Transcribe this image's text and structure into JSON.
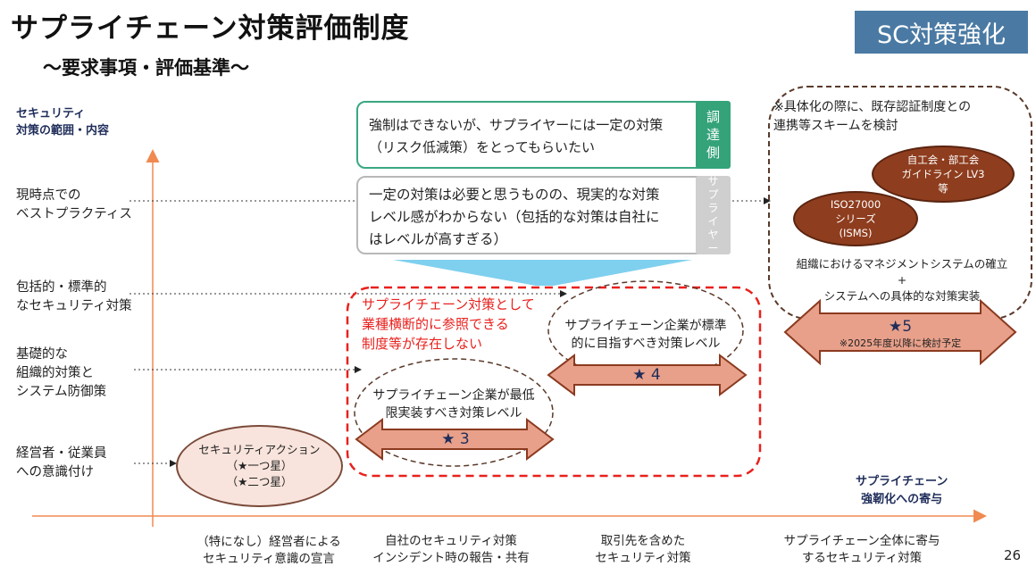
{
  "header": {
    "title": "サプライチェーン対策評価制度",
    "subtitle": "〜要求事項・評価基準〜",
    "badge": "SC対策強化"
  },
  "axes": {
    "y_label": "セキュリティ\n対策の範囲・内容",
    "x_label": "サプライチェーン\n強靭化への寄与",
    "rows": [
      "現時点での\nベストプラクティス",
      "包括的・標準的\nなセキュリティ対策",
      "基礎的な\n組織的対策と\nシステム防御策",
      "経営者・従業員\nへの意識付け"
    ],
    "columns": [
      "（特になし）経営者による\nセキュリティ意識の宣言",
      "自社のセキュリティ対策\nインシデント時の報告・共有",
      "取引先を含めた\nセキュリティ対策",
      "サプライチェーン全体に寄与\nするセキュリティ対策"
    ]
  },
  "callouts": {
    "procurement_text": "強制はできないが、サプライヤーには一定の対策\n（リスク低減策）をとってもらいたい",
    "procurement_tag": [
      "調",
      "達",
      "側"
    ],
    "supplier_text": "一定の対策は必要と思うものの、現実的な対策\nレベル感がわからない（包括的な対策は自社に\nはレベルが高すぎる）",
    "supplier_tag": [
      "サ",
      "プ",
      "ラ",
      "イ",
      "ヤ",
      "ー"
    ]
  },
  "red_area_text": "サプライチェーン対策として\n業種横断的に参照できる\n制度等が存在しない",
  "levels": {
    "star1_2": "セキュリティアクション\n（★一つ星）\n（★二つ星）",
    "star3_desc": "サプライチェーン企業が最低\n限実装すべき対策レベル",
    "star3_label": "★ 3",
    "star4_desc": "サプライチェーン企業が標準\n的に目指すべき対策レベル",
    "star4_label": "★ 4",
    "star5_label": "★5",
    "star5_note": "※2025年度以降に検討予定"
  },
  "future": {
    "note": "※具体化の際に、既存認証制度との\n連携等スキームを検討",
    "industry": "自工会・部工会\nガイドライン LV3\n等",
    "iso": "ISO27000\nシリーズ\n(ISMS)",
    "mgmt": "組織におけるマネジメントシステムの確立\n+\nシステムへの具体的な対策実装"
  },
  "colors": {
    "accent_badge": "#4a7aa3",
    "procurement_green": "#34a37a",
    "arrow_fill": "#e8a08a",
    "arrow_stroke": "#8b3a1f",
    "red_dash": "#e8211d",
    "axis_orange": "#f08a50"
  },
  "page_number": "26"
}
